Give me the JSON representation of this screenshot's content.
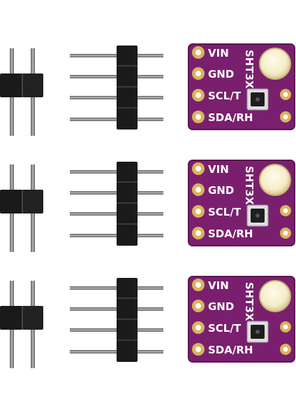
{
  "product_sets": [
    {
      "board": {
        "model_text": "SHT3X",
        "pins": [
          {
            "label": "VIN"
          },
          {
            "label": "GND"
          },
          {
            "label": "SCL/T"
          },
          {
            "label": "SDA/RH"
          }
        ]
      }
    },
    {
      "board": {
        "model_text": "SHT3X",
        "pins": [
          {
            "label": "VIN"
          },
          {
            "label": "GND"
          },
          {
            "label": "SCL/T"
          },
          {
            "label": "SDA/RH"
          }
        ]
      }
    },
    {
      "board": {
        "model_text": "SHT3X",
        "pins": [
          {
            "label": "VIN"
          },
          {
            "label": "GND"
          },
          {
            "label": "SCL/T"
          },
          {
            "label": "SDA/RH"
          }
        ]
      }
    }
  ],
  "colors": {
    "pcb": "#7a1f6e",
    "pcb_edge": "#5e1554",
    "pad_gold": "#d9b45a",
    "pin_metal": "#8a8a8a",
    "plastic": "#1a1a1a"
  }
}
